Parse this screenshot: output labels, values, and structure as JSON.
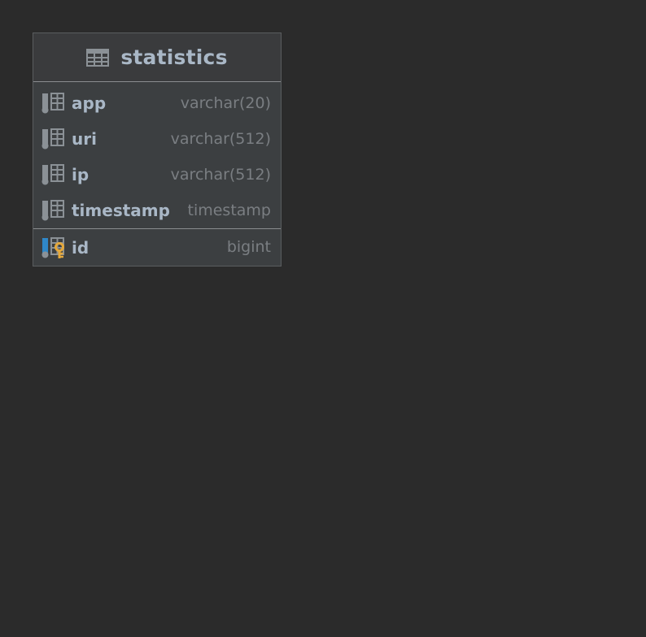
{
  "entity": {
    "title": "statistics",
    "fields": [
      {
        "name": "app",
        "type": "varchar(20)"
      },
      {
        "name": "uri",
        "type": "varchar(512)"
      },
      {
        "name": "ip",
        "type": "varchar(512)"
      },
      {
        "name": "timestamp",
        "type": "timestamp"
      }
    ],
    "primary_key": {
      "name": "id",
      "type": "bigint"
    }
  },
  "icons": {
    "table": "table-icon",
    "column": "column-icon",
    "primary_key": "primary-key-icon"
  },
  "colors": {
    "background": "#2b2b2b",
    "entity_background": "#3c3f41",
    "header_background": "#3a3b3d",
    "text": "#a9b7c6",
    "type_text": "#7a7e82",
    "key": "#e5a83b",
    "pk_marker": "#2f87c8"
  }
}
